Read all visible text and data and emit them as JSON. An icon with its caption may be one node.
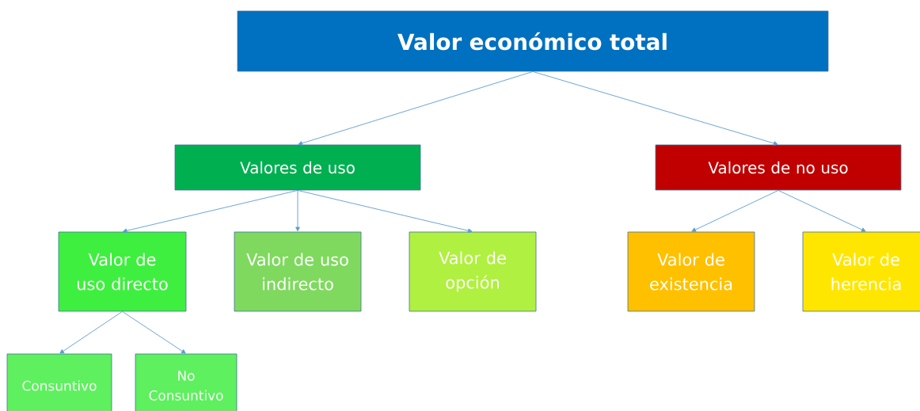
{
  "diagram": {
    "nodes": [
      {
        "text": [
          "Valor económico total"
        ]
      },
      {
        "text": [
          "Valores de uso"
        ]
      },
      {
        "text": [
          "Valores de no uso"
        ]
      },
      {
        "text": [
          "Valor de uso directo"
        ]
      },
      {
        "text": [
          "Valor de uso indirecto"
        ]
      },
      {
        "text": [
          "Valor de opción"
        ]
      },
      {
        "text": [
          "Valor de existencia"
        ]
      },
      {
        "text": [
          "Valor de herencia"
        ]
      },
      {
        "text": [
          "Consuntivo"
        ]
      },
      {
        "text": [
          "No Consuntivo"
        ]
      }
    ],
    "edges": [
      {
        "from": 0,
        "to": 1,
        "arrow": "to"
      },
      {
        "from": 0,
        "to": 2,
        "arrow": "to"
      },
      {
        "from": 1,
        "to": 3,
        "arrow": "to"
      },
      {
        "from": 1,
        "to": 4,
        "arrow": "to"
      },
      {
        "from": 1,
        "to": 5,
        "arrow": "to"
      },
      {
        "from": 2,
        "to": 6,
        "arrow": "to"
      },
      {
        "from": 2,
        "to": 7,
        "arrow": "to"
      },
      {
        "from": 3,
        "to": 8,
        "arrow": "to"
      },
      {
        "from": 3,
        "to": 9,
        "arrow": "to"
      }
    ]
  }
}
